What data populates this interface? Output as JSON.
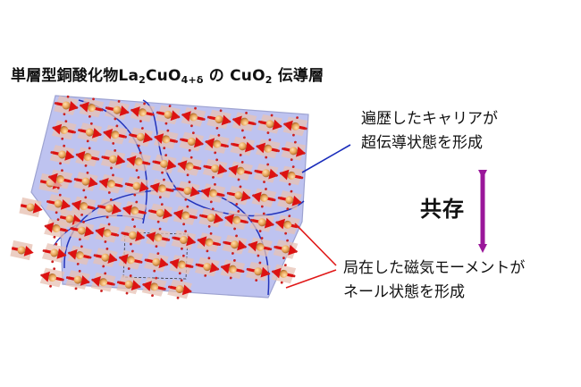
{
  "title": {
    "prefix": "単層型銅酸化物",
    "formula_main": "La",
    "formula_sub1": "2",
    "formula_mid": "CuO",
    "formula_sub2": "4+δ",
    "formula_suffix": " の ",
    "layer_main": "CuO",
    "layer_sub": "2",
    "layer_suffix": " 伝導層"
  },
  "labels": {
    "carrier_line1": "遍歴したキャリアが",
    "carrier_line2": "超伝導状態を形成",
    "coexist": "共存",
    "magnetic_line1": "局在した磁気モーメントが",
    "magnetic_line2": "ネール状態を形成"
  },
  "colors": {
    "plane_fill": "#b3b9ee",
    "plane_edge": "#8d93c9",
    "tile_fill": "#e7c2b4",
    "spin_arrow": "#dd1111",
    "copper_atom": "#e8a458",
    "oxygen_atom": "#cc2020",
    "region_boundary": "#2233bb",
    "carrier_connector": "#1a2dbb",
    "magnetic_connector": "#e01818",
    "double_arrow": "#9a179a"
  }
}
